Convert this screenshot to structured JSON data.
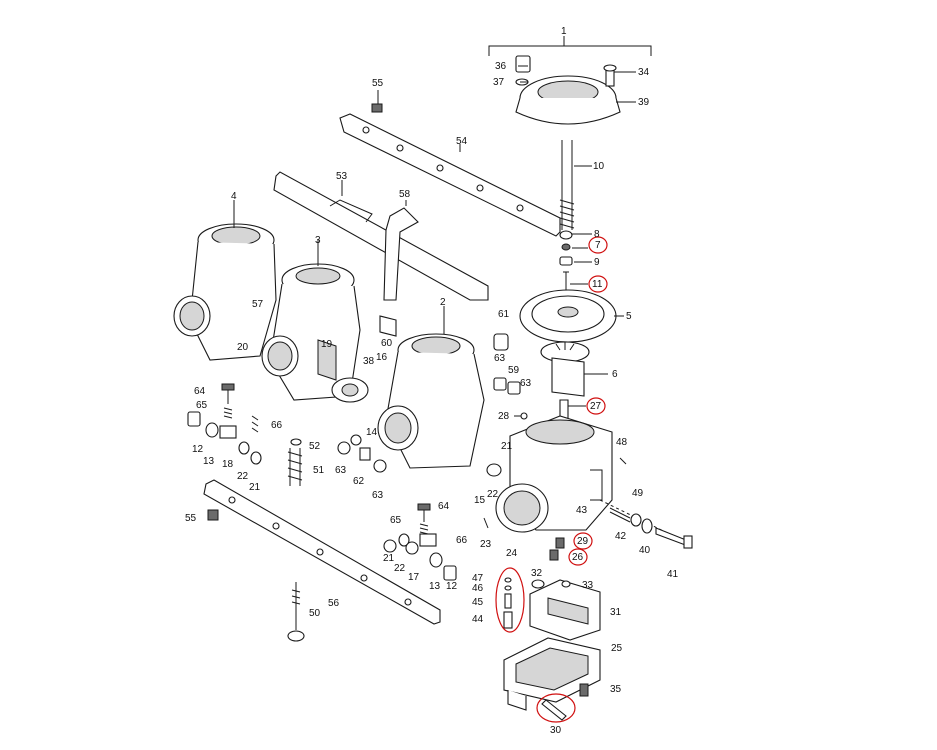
{
  "labels": [
    "1",
    "2",
    "3",
    "4",
    "5",
    "6",
    "7",
    "8",
    "9",
    "10",
    "11",
    "12",
    "12",
    "13",
    "13",
    "14",
    "15",
    "16",
    "17",
    "18",
    "19",
    "20",
    "21",
    "21",
    "21",
    "22",
    "22",
    "22",
    "23",
    "24",
    "25",
    "26",
    "27",
    "28",
    "29",
    "30",
    "31",
    "32",
    "33",
    "34",
    "35",
    "36",
    "37",
    "38",
    "39",
    "40",
    "41",
    "42",
    "43",
    "44",
    "45",
    "46",
    "47",
    "48",
    "49",
    "50",
    "51",
    "52",
    "53",
    "54",
    "55",
    "55",
    "56",
    "57",
    "58",
    "59",
    "60",
    "61",
    "62",
    "63",
    "63",
    "63",
    "63",
    "64",
    "64",
    "65",
    "65",
    "66",
    "66"
  ],
  "highlighted": [
    "7",
    "11",
    "27",
    "29",
    "26",
    "30"
  ],
  "colors": {
    "highlight": "#d01010",
    "ink": "#1a1a1a"
  }
}
